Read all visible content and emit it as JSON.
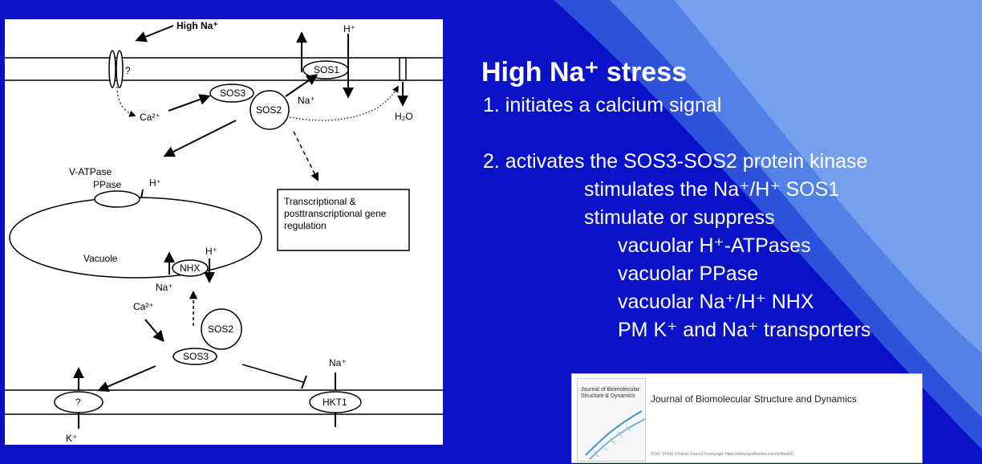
{
  "slide": {
    "colors": {
      "background": "#0a12c8",
      "swoosh": "#5b8ee8",
      "text": "#ffffff"
    }
  },
  "diagram": {
    "labels": {
      "high_na": "High Na⁺",
      "h_top": "H⁺",
      "question_top": "?",
      "sos1": "SOS1",
      "sos3_top": "SOS3",
      "sos2_top": "SOS2",
      "na_sos1": "Na⁺",
      "ca_top": "Ca²⁺",
      "h2o": "H₂O",
      "v_atpase": "V-ATPase",
      "ppase": "PPase",
      "h_vac": "H⁺",
      "transcriptional_box": "Transcriptional & posttranscriptional gene regulation",
      "vacuole": "Vacuole",
      "nhx": "NHX",
      "h_nhx": "H⁺",
      "na_nhx": "Na⁺",
      "ca_bottom": "Ca²⁺",
      "sos2_bottom": "SOS2",
      "sos3_bottom": "SOS3",
      "question_bottom": "?",
      "hkt1": "HKT1",
      "na_hkt1": "Na⁺",
      "k_bottom": "K⁺"
    }
  },
  "content": {
    "title": "High Na⁺ stress",
    "lines": [
      {
        "text": "1.  initiates a calcium signal",
        "indent": 0
      },
      {
        "text": "",
        "indent": 0
      },
      {
        "text": "2. activates the SOS3-SOS2 protein kinase",
        "indent": 0
      },
      {
        "text": "stimulates the Na⁺/H⁺ SOS1",
        "indent": 1
      },
      {
        "text": "stimulate or suppress",
        "indent": 1
      },
      {
        "text": "vacuolar H⁺-ATPases",
        "indent": 2
      },
      {
        "text": "vacuolar PPase",
        "indent": 2
      },
      {
        "text": "vacuolar Na⁺/H⁺ NHX",
        "indent": 2
      },
      {
        "text": "PM K⁺ and Na⁺ transporters",
        "indent": 2
      }
    ]
  },
  "journal": {
    "title": "Journal of Biomolecular Structure and Dynamics",
    "cover_masthead": "Journal of Biomolecular Structure & Dynamics",
    "issn_line": "ISSN: (Print) (Online) Journal homepage: https://www.tandfonline.com/loi/tbsd20"
  }
}
